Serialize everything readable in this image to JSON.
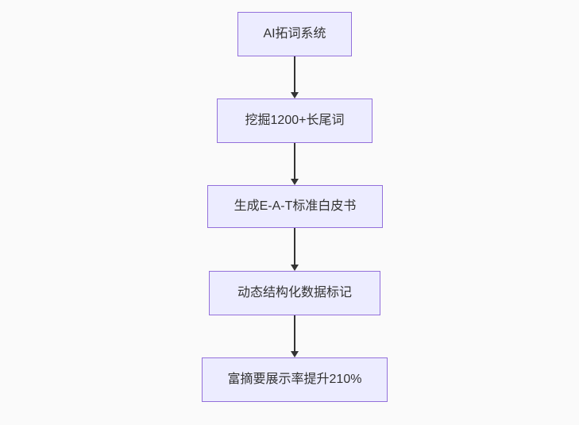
{
  "diagram": {
    "type": "flowchart",
    "direction": "top-down",
    "nodes": [
      {
        "id": "n1",
        "label": "AI拓词系统"
      },
      {
        "id": "n2",
        "label": "挖掘1200+长尾词"
      },
      {
        "id": "n3",
        "label": "生成E-A-T标准白皮书"
      },
      {
        "id": "n4",
        "label": "动态结构化数据标记"
      },
      {
        "id": "n5",
        "label": "富摘要展示率提升210%"
      }
    ],
    "edges": [
      {
        "from": "n1",
        "to": "n2"
      },
      {
        "from": "n2",
        "to": "n3"
      },
      {
        "from": "n3",
        "to": "n4"
      },
      {
        "from": "n4",
        "to": "n5"
      }
    ],
    "colors": {
      "node_fill": "#ECECFF",
      "node_border": "#9370DB",
      "arrow": "#333333",
      "text": "#333333",
      "background": "#fafafa"
    }
  }
}
